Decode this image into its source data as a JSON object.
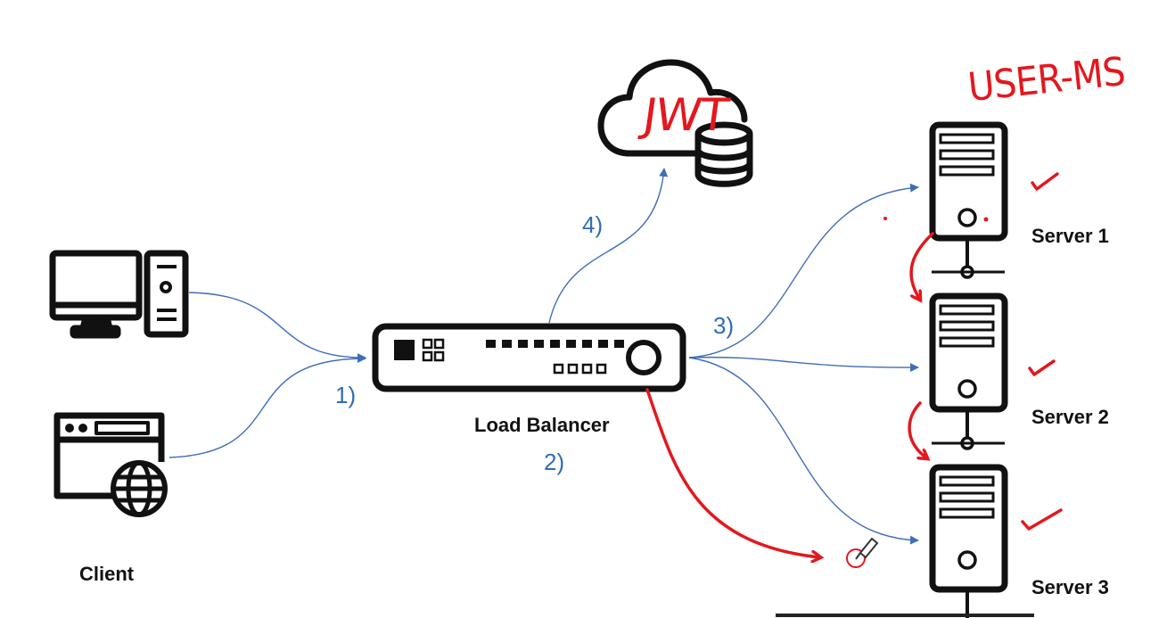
{
  "labels": {
    "client": "Client",
    "load_balancer": "Load Balancer",
    "server1": "Server 1",
    "server2": "Server 2",
    "server3": "Server 3"
  },
  "steps": {
    "s1": "1)",
    "s2": "2)",
    "s3": "3)",
    "s4": "4)"
  },
  "annotations": {
    "jwt": "JWT",
    "service_name": "USER-MS"
  },
  "colors": {
    "ink": "#111111",
    "arrow_blue": "#3d6fb6",
    "step_blue": "#2e6db4",
    "annotation_red": "#e3181e"
  },
  "icons": [
    "desktop-computer-icon",
    "web-browser-icon",
    "globe-icon",
    "load-balancer-icon",
    "cloud-icon",
    "database-icon",
    "server-icon",
    "checkmark-icon",
    "pen-cursor-icon"
  ]
}
